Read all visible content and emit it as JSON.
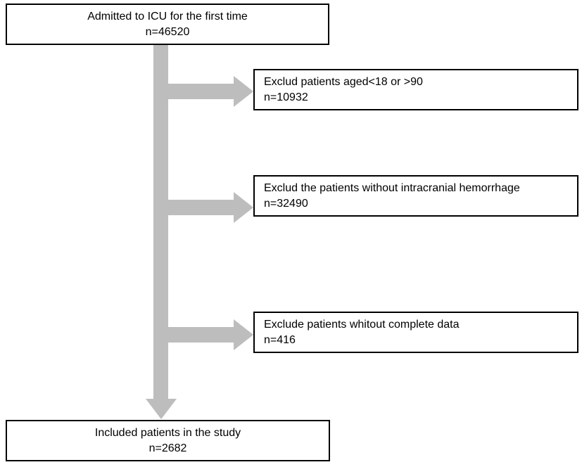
{
  "flowchart": {
    "start_box": {
      "label": "Admitted to ICU for the first time",
      "count": "n=46520"
    },
    "exclusion_boxes": [
      {
        "label": "Exclud patients aged<18 or >90",
        "count": "n=10932"
      },
      {
        "label": "Exclud the patients without intracranial hemorrhage",
        "count": "n=32490"
      },
      {
        "label": "Exclude patients whitout complete data",
        "count": "n=416"
      }
    ],
    "end_box": {
      "label": "Included patients in the study",
      "count": "n=2682"
    },
    "colors": {
      "arrow": "#bdbdbd",
      "box_border": "#000000",
      "box_fill": "#ffffff",
      "background": "#ffffff",
      "text": "#000000"
    }
  }
}
